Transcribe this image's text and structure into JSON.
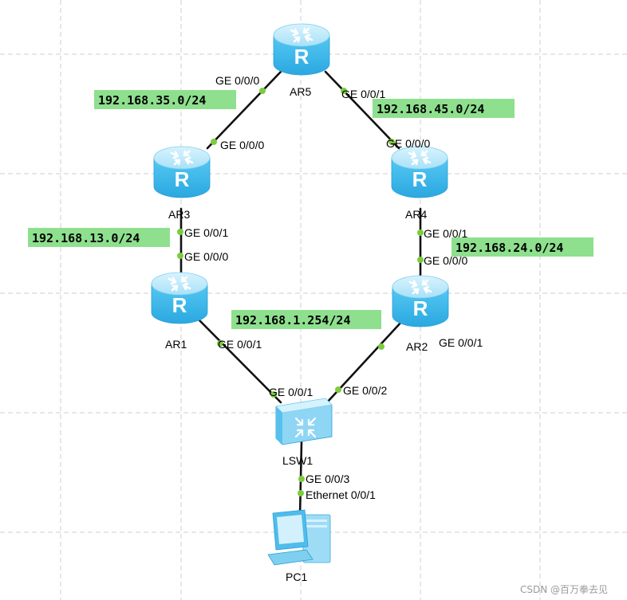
{
  "colors": {
    "grid": "#c8c8c8",
    "link": "#111111",
    "port_dot": "#7ccc3c",
    "subnet_bg": "#8ee08e",
    "router_top": "#bfe9fb",
    "router_body": "#3fbdf0"
  },
  "devices": {
    "ar5": {
      "name": "AR5",
      "glyph": "R"
    },
    "ar3": {
      "name": "AR3",
      "glyph": "R"
    },
    "ar4": {
      "name": "AR4",
      "glyph": "R"
    },
    "ar1": {
      "name": "AR1",
      "glyph": "R"
    },
    "ar2": {
      "name": "AR2",
      "glyph": "R"
    },
    "lsw1": {
      "name": "LSW1"
    },
    "pc1": {
      "name": "PC1"
    }
  },
  "ports": {
    "ar5_g000": "GE 0/0/0",
    "ar5_g001": "GE 0/0/1",
    "ar3_g000_top": "GE 0/0/0",
    "ar4_g000_top": "GE 0/0/0",
    "ar3_g001": "GE 0/0/1",
    "ar1_g000": "GE 0/0/0",
    "ar4_g001": "GE 0/0/1",
    "ar2_g000": "GE 0/0/0",
    "ar1_g001": "GE 0/0/1",
    "ar2_g001": "GE 0/0/1",
    "lsw_g001": "GE 0/0/1",
    "lsw_g002": "GE 0/0/2",
    "lsw_g003": "GE 0/0/3",
    "pc_eth": "Ethernet 0/0/1"
  },
  "subnets": {
    "s35": "192.168.35.0/24",
    "s45": "192.168.45.0/24",
    "s13": "192.168.13.0/24",
    "s24": "192.168.24.0/24",
    "gw": "192.168.1.254/24"
  },
  "watermark": "CSDN @百万拳去见"
}
